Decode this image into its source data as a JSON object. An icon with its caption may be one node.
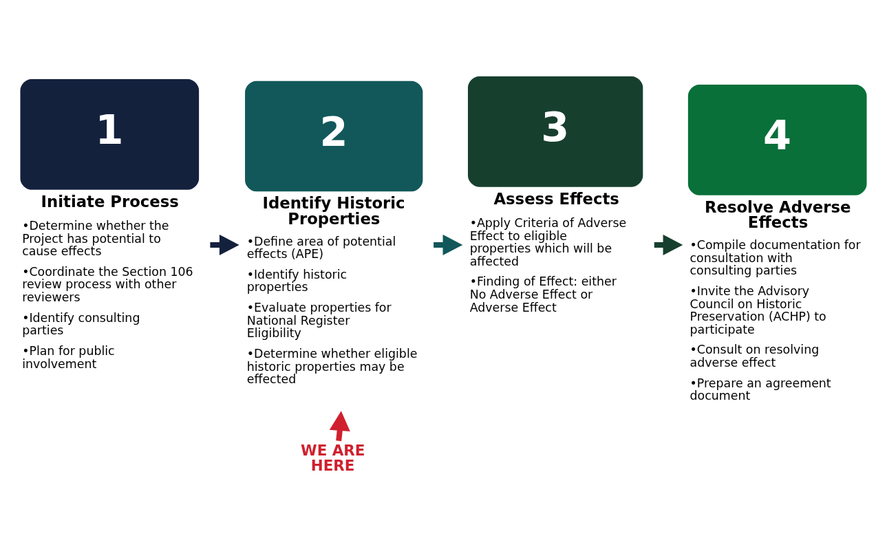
{
  "diagram": {
    "nodes": [
      {
        "text": [
          "1",
          "Initiate Process"
        ],
        "beside": [
          "•Determine whether the Project has potential to cause effects",
          "•Coordinate the Section 106 review process with other reviewers",
          "•Identify consulting parties",
          "•Plan for public involvement"
        ]
      },
      {
        "text": [
          "2",
          "Identify Historic Properties"
        ],
        "beside": [
          "•Define area of potential effects (APE)",
          "•Identify historic properties",
          "•Evaluate properties for National Register Eligibility",
          "•Determine whether eligible historic properties may be effected"
        ]
      },
      {
        "text": [
          "3",
          "Assess Effects"
        ],
        "beside": [
          "•Apply Criteria of Adverse Effect to eligible properties which will be affected",
          "•Finding of Effect: either No Adverse Effect or Adverse Effect"
        ]
      },
      {
        "text": [
          "4",
          "Resolve Adverse Effects"
        ],
        "beside": [
          "•Compile documentation for consultation with consulting parties",
          "•Invite the Advisory Council on Historic Preservation (ACHP) to participate",
          "•Consult on resolving adverse effect",
          "•Prepare an agreement document"
        ]
      },
      {
        "text": [
          "WE ARE HERE"
        ]
      }
    ],
    "edges": [
      {
        "from": 0,
        "to": 1,
        "arrow": "to",
        "color": "#14213d"
      },
      {
        "from": 1,
        "to": 2,
        "arrow": "to",
        "color": "#12585a"
      },
      {
        "from": 2,
        "to": 3,
        "arrow": "to",
        "color": "#173f2e"
      },
      {
        "from": 4,
        "to": 1,
        "arrow": "to",
        "color": "#d0202e"
      }
    ]
  }
}
